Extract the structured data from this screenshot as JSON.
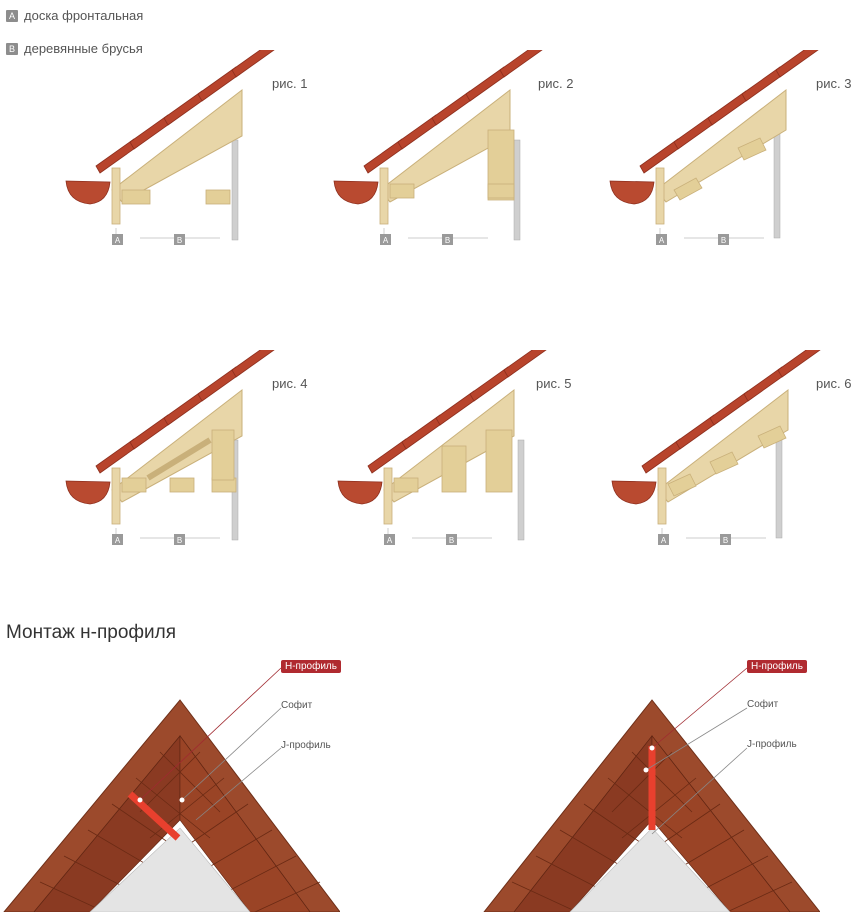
{
  "legend": [
    {
      "badge": "A",
      "text": "доска фронтальная"
    },
    {
      "badge": "B",
      "text": "деревянные брусья"
    }
  ],
  "figures": [
    {
      "label": "рис. 1",
      "variant": 1
    },
    {
      "label": "рис. 2",
      "variant": 2
    },
    {
      "label": "рис. 3",
      "variant": 3
    },
    {
      "label": "рис. 4",
      "variant": 4
    },
    {
      "label": "рис. 5",
      "variant": 5
    },
    {
      "label": "рис. 6",
      "variant": 6
    }
  ],
  "tags": {
    "a": "A",
    "b": "B"
  },
  "section": {
    "title": "Монтаж н-профиля"
  },
  "hprofile": {
    "callouts": [
      {
        "text": "Н-профиль",
        "highlight": true
      },
      {
        "text": "Софит",
        "highlight": false
      },
      {
        "text": "J-профиль",
        "highlight": false
      }
    ]
  },
  "colors": {
    "tile": "#b8442c",
    "tile_dark": "#8e2f1e",
    "wood": "#e8d6a8",
    "wood_dark": "#c9b07a",
    "wall": "#cfcfcf",
    "soffit": "#8a3a22",
    "hprofile": "#e8402e",
    "badge": "#8d8d8d"
  }
}
